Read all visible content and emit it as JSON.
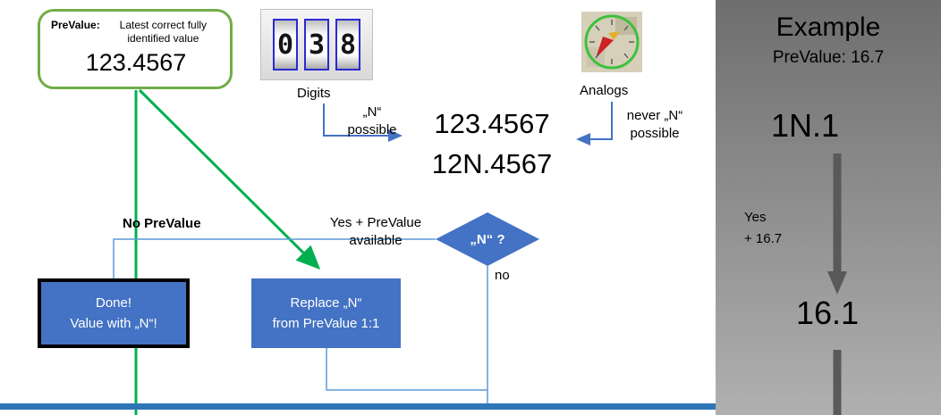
{
  "prevalue_box": {
    "label": "PreValue:",
    "description": "Latest correct fully\nidentified value",
    "value": "123.4567"
  },
  "digits_section": {
    "caption": "Digits",
    "wheel_digits": [
      "0",
      "3",
      "8"
    ],
    "annotation": "„N“\npossible"
  },
  "analogs_section": {
    "caption": "Analogs",
    "annotation": "never „N“\npossible"
  },
  "recognized_values": {
    "line1": "123.4567",
    "line2": "12N.4567"
  },
  "flow": {
    "decision_label": "„N“ ?",
    "yes_branch_label": "Yes + PreValue\navailable",
    "no_branch_label": "no",
    "no_prevalue_label": "No PreValue",
    "done_box": {
      "line1": "Done!",
      "line2": "Value with „N“!"
    },
    "replace_box": {
      "line1": "Replace „N“",
      "line2": "from PreValue 1:1"
    }
  },
  "example_panel": {
    "title": "Example",
    "subtitle": "PreValue: 16.7",
    "value_before": "1N.1",
    "arrow_label": "Yes\n+ 16.7",
    "value_after": "16.1"
  },
  "colors": {
    "box_blue": "#4472C4",
    "arrow_green": "#00B050",
    "border_green": "#70AD47",
    "connector_blue": "#5B9BD5",
    "bottom_bar_blue": "#2E75B6",
    "example_arrow_gray": "#595959"
  }
}
